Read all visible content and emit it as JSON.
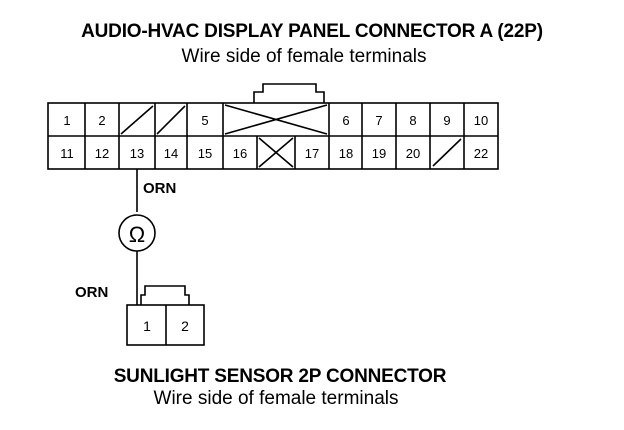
{
  "connector_a": {
    "title": "AUDIO-HVAC DISPLAY PANEL CONNECTOR A (22P)",
    "subtitle": "Wire side of female terminals",
    "top_row": [
      "1",
      "2",
      "5",
      "6",
      "7",
      "8",
      "9",
      "10"
    ],
    "bottom_row": [
      "11",
      "12",
      "13",
      "14",
      "15",
      "16",
      "17",
      "18",
      "19",
      "20",
      "22"
    ]
  },
  "wires": {
    "upper_label": "ORN",
    "lower_label": "ORN"
  },
  "sensor": {
    "symbol": "Ω",
    "pins": [
      "1",
      "2"
    ],
    "title": "SUNLIGHT SENSOR 2P CONNECTOR",
    "subtitle": "Wire side of female terminals"
  }
}
